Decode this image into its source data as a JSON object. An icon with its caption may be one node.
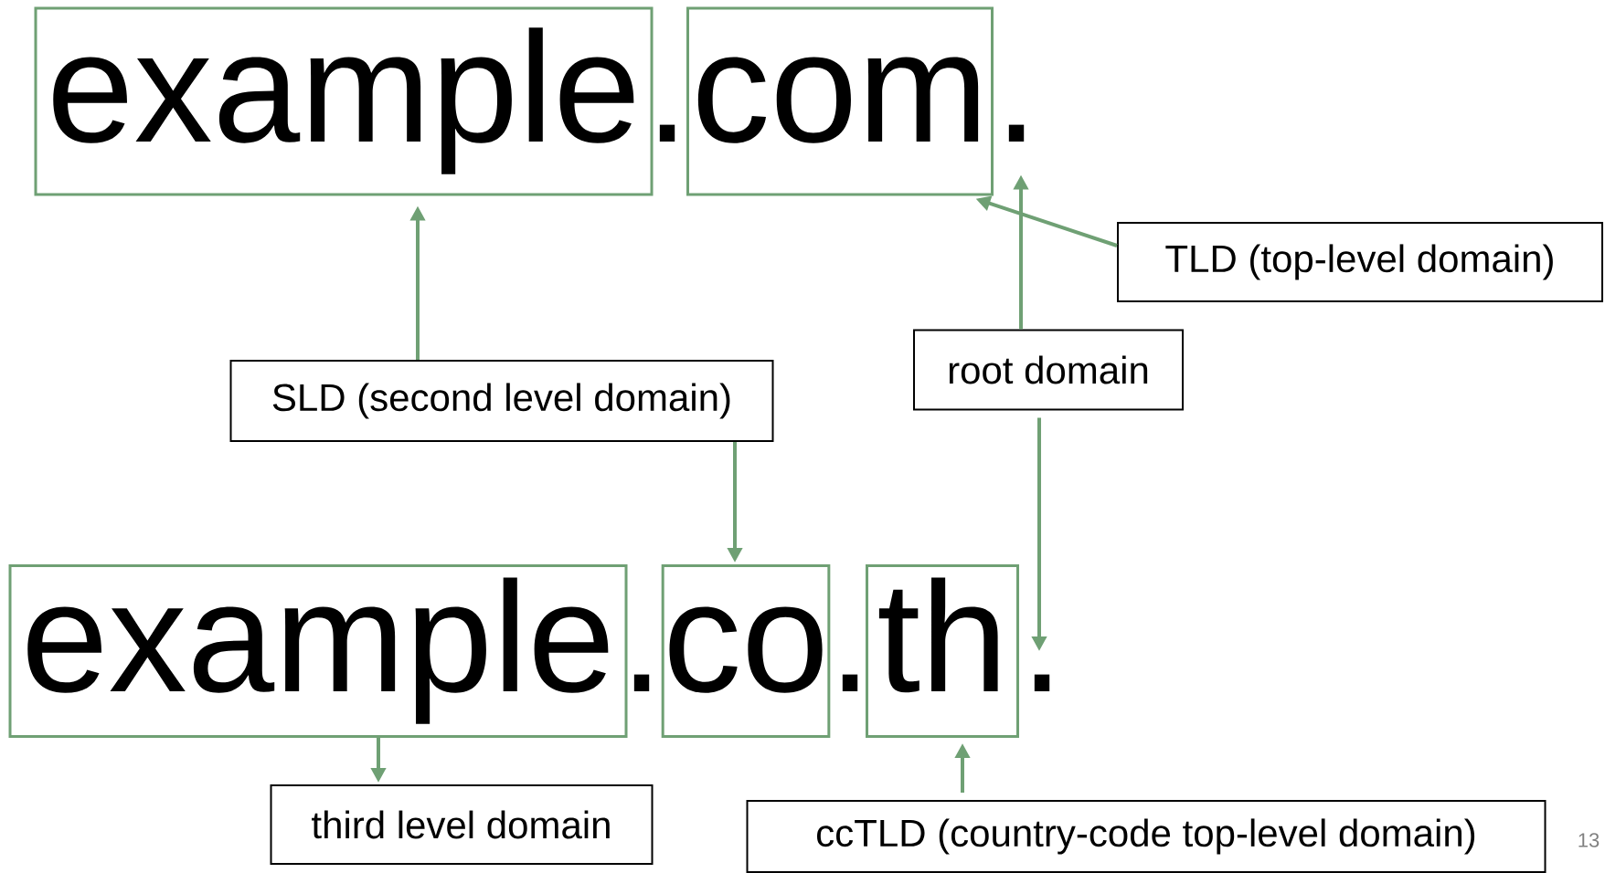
{
  "diagram": {
    "nodes": [
      {
        "text": [
          "example"
        ]
      },
      {
        "text": [
          "com"
        ]
      },
      {
        "text": [
          "."
        ]
      },
      {
        "text": [
          "TLD (top-level domain)"
        ]
      },
      {
        "text": [
          "root domain"
        ]
      },
      {
        "text": [
          "SLD (second level domain)"
        ]
      },
      {
        "text": [
          "example"
        ]
      },
      {
        "text": [
          "co"
        ]
      },
      {
        "text": [
          "th"
        ]
      },
      {
        "text": [
          "."
        ]
      },
      {
        "text": [
          "third level domain"
        ]
      },
      {
        "text": [
          "ccTLD (country-code top-level domain)"
        ]
      }
    ],
    "edges": [
      {
        "from": 3,
        "to": 1,
        "arrow": "to"
      },
      {
        "from": 4,
        "to": 2,
        "arrow": "to"
      },
      {
        "from": 4,
        "to": 9,
        "arrow": "to"
      },
      {
        "from": 5,
        "to": 0,
        "arrow": "to"
      },
      {
        "from": 5,
        "to": 7,
        "arrow": "to"
      },
      {
        "from": 6,
        "to": 10,
        "arrow": "to"
      },
      {
        "from": 11,
        "to": 8,
        "arrow": "to"
      }
    ],
    "labels": [
      ".",
      ".",
      ".",
      "13"
    ]
  }
}
